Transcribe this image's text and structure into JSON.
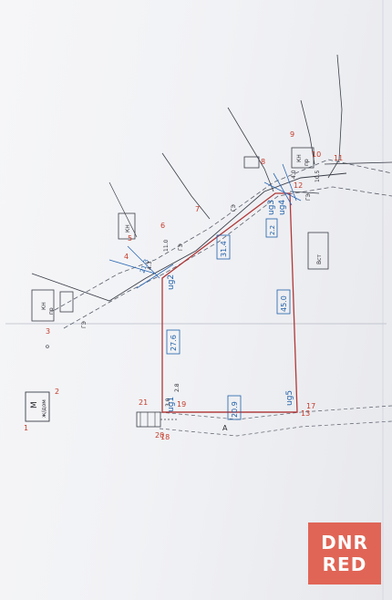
{
  "plan": {
    "red_numbers": [
      "1",
      "2",
      "3",
      "4",
      "5",
      "6",
      "7",
      "8",
      "9",
      "10",
      "11",
      "12",
      "13",
      "17",
      "18",
      "19",
      "20",
      "21"
    ],
    "blue_lengths": [
      "27.6",
      "20.9",
      "31.4",
      "2.2",
      "45.0",
      "21.3"
    ],
    "point_labels": [
      "ug1",
      "ug2",
      "ug3",
      "ug4",
      "ug5"
    ],
    "legend_label": "M",
    "legend_sub": "ж/дом",
    "small_labels": [
      "ГЭ",
      "ГЭ",
      "ГЭ",
      "ГЭ",
      "КН",
      "КН",
      "КН",
      "пр",
      "пр",
      "Вст",
      "10.5",
      "11.0",
      "2.8",
      "3.0",
      "4.0",
      "4.3",
      "А"
    ]
  },
  "watermark": {
    "line1": "DNR",
    "line2": "RED",
    "color": "#e05a4a"
  }
}
